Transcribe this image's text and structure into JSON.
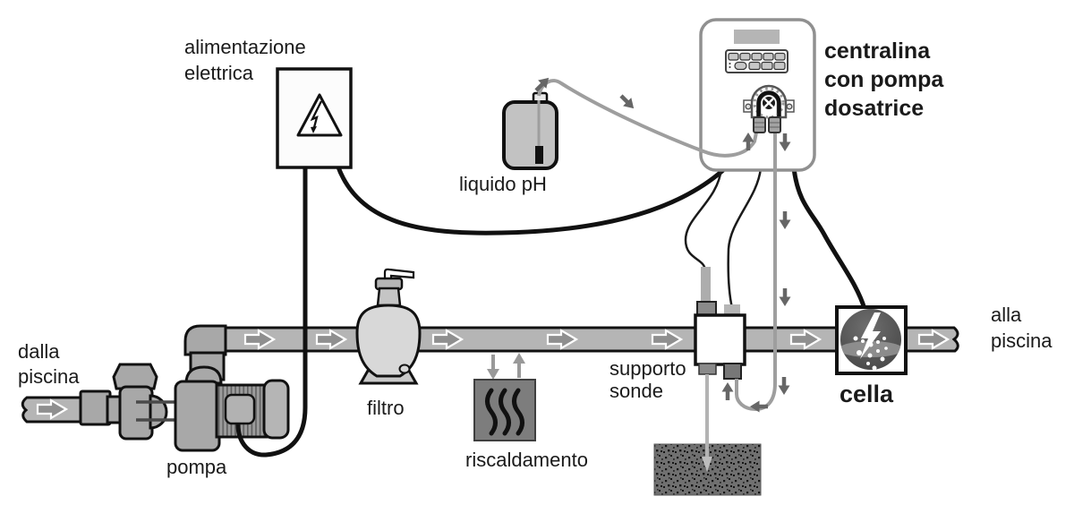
{
  "labels": {
    "power_supply_line1": "alimentazione",
    "power_supply_line2": "elettrica",
    "from_pool_line1": "dalla",
    "from_pool_line2": "piscina",
    "pump": "pompa",
    "filter": "filtro",
    "heating": "riscaldamento",
    "ph_liquid": "liquido pH",
    "controller_line1": "centralina",
    "controller_line2": "con pompa",
    "controller_line3": "dosatrice",
    "probe_holder_line1": "supporto",
    "probe_holder_line2": "sonde",
    "cell": "cella",
    "to_pool_line1": "alla",
    "to_pool_line2": "piscina"
  },
  "icons": {
    "power_supply": "electric-hazard-triangle-icon",
    "heating": "heat-waves-icon",
    "cell": "lightning-bolt-icon",
    "flow": "flow-arrow-icon",
    "dosing_pump": "peristaltic-pump-icon"
  },
  "colors": {
    "background": "#ffffff",
    "pipe": "#b5b5b5",
    "pipe_arrow": "#8f8f8f",
    "machine_gray": "#a8a8a8",
    "filter_tank": "#d8d8d8",
    "heater_box": "#7d7d7d",
    "tube": "#9e9e9e",
    "cable": "#111111",
    "dark_flow_arrow": "#666666",
    "heating_arrow": "#999999",
    "controller_border": "#909090",
    "ground_block": "#707070"
  }
}
